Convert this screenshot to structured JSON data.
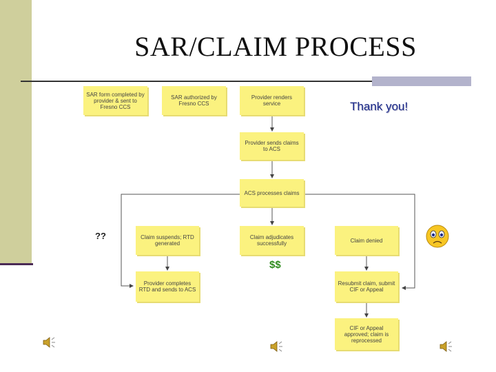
{
  "title": "SAR/CLAIM PROCESS",
  "thanks": "Thank you!",
  "unknown_label": "??",
  "money_label": "$$",
  "boxes": {
    "sar_form": "SAR form completed by provider & sent to Fresno CCS",
    "sar_authorized": "SAR authorized by Fresno CCS",
    "provider_renders": "Provider renders service",
    "provider_sends": "Provider sends claims to ACS",
    "acs_processes": "ACS processes claims",
    "claim_suspends": "Claim suspends; RTD generated",
    "claim_adjudicates": "Claim adjudicates successfully",
    "claim_denied": "Claim denied",
    "provider_completes": "Provider completes RTD and sends to ACS",
    "resubmit": "Resubmit claim, submit CIF or Appeal",
    "cif_approved": "CIF or Appeal approved; claim is reprocessed"
  },
  "colors": {
    "box": "#fbf27f",
    "sidebar": "#cfcf9c",
    "accent_line": "#4a2a55",
    "thanks": "#1b2a8a",
    "money": "#2e8b1d"
  },
  "icons": [
    "speaker-icon",
    "sad-face-icon"
  ]
}
